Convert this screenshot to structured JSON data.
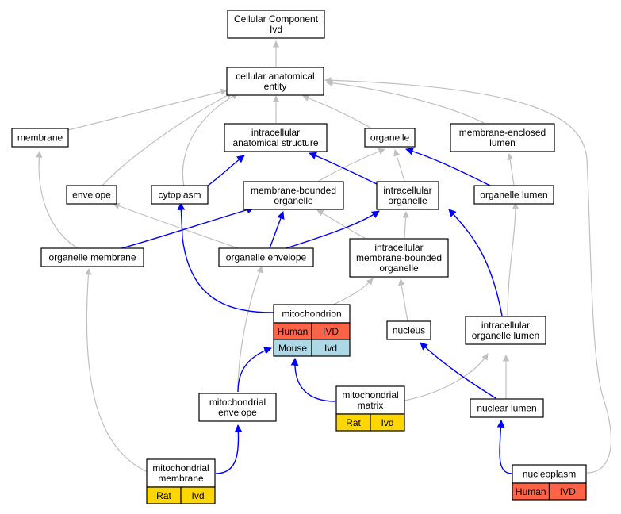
{
  "colors": {
    "human": "#ff6347",
    "mouse": "#add8e6",
    "rat": "#ffd700",
    "is_a_edge": "#c0c0c0",
    "part_of_edge": "#0000ff"
  },
  "nodes": {
    "cc": {
      "lines": [
        "Cellular Component",
        "Ivd"
      ]
    },
    "cae": {
      "lines": [
        "cellular anatomical",
        "entity"
      ]
    },
    "mem": {
      "lines": [
        "membrane"
      ]
    },
    "ias": {
      "lines": [
        "intracellular",
        "anatomical structure"
      ]
    },
    "org": {
      "lines": [
        "organelle"
      ]
    },
    "mel": {
      "lines": [
        "membrane-enclosed",
        "lumen"
      ]
    },
    "env": {
      "lines": [
        "envelope"
      ]
    },
    "cyt": {
      "lines": [
        "cytoplasm"
      ]
    },
    "mbo": {
      "lines": [
        "membrane-bounded",
        "organelle"
      ]
    },
    "io": {
      "lines": [
        "intracellular",
        "organelle"
      ]
    },
    "ol": {
      "lines": [
        "organelle lumen"
      ]
    },
    "om": {
      "lines": [
        "organelle membrane"
      ]
    },
    "oe": {
      "lines": [
        "organelle envelope"
      ]
    },
    "imbo": {
      "lines": [
        "intracellular",
        "membrane-bounded",
        "organelle"
      ]
    },
    "mito": {
      "lines": [
        "mitochondrion"
      ],
      "tags": [
        [
          "Human",
          "IVD"
        ],
        [
          "Mouse",
          "Ivd"
        ]
      ]
    },
    "nuc": {
      "lines": [
        "nucleus"
      ]
    },
    "iol": {
      "lines": [
        "intracellular",
        "organelle lumen"
      ]
    },
    "menv": {
      "lines": [
        "mitochondrial",
        "envelope"
      ]
    },
    "mmat": {
      "lines": [
        "mitochondrial",
        "matrix"
      ],
      "tags": [
        [
          "Rat",
          "Ivd"
        ]
      ]
    },
    "nl": {
      "lines": [
        "nuclear lumen"
      ]
    },
    "mmem": {
      "lines": [
        "mitochondrial",
        "membrane"
      ],
      "tags": [
        [
          "Rat",
          "Ivd"
        ]
      ]
    },
    "np": {
      "lines": [
        "nucleoplasm"
      ],
      "tags": [
        [
          "Human",
          "IVD"
        ]
      ]
    }
  }
}
